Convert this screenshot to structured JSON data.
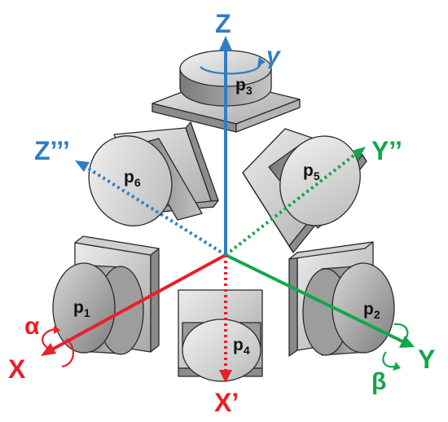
{
  "colors": {
    "x_axis": "#e8202a",
    "y_axis": "#13a64a",
    "z_axis": "#2f7ec4",
    "plate_top": "#dcdcdc",
    "plate_side": "#8a8a8a",
    "cyl_face": "#d6d6d6",
    "cyl_side": "#9a9a9a",
    "outline": "#2a2a2a"
  },
  "axes": {
    "z": "Z",
    "x": "X",
    "y": "Y",
    "x_prime": "X’",
    "y_dprime": "Y’’",
    "z_tprime": "Z’’’",
    "alpha": "α",
    "beta": "β",
    "gamma": "γ"
  },
  "pads": {
    "p1": {
      "base": "p",
      "sub": "1"
    },
    "p2": {
      "base": "p",
      "sub": "2"
    },
    "p3": {
      "base": "p",
      "sub": "3"
    },
    "p4": {
      "base": "p",
      "sub": "4"
    },
    "p5": {
      "base": "p",
      "sub": "5"
    },
    "p6": {
      "base": "p",
      "sub": "6"
    }
  }
}
